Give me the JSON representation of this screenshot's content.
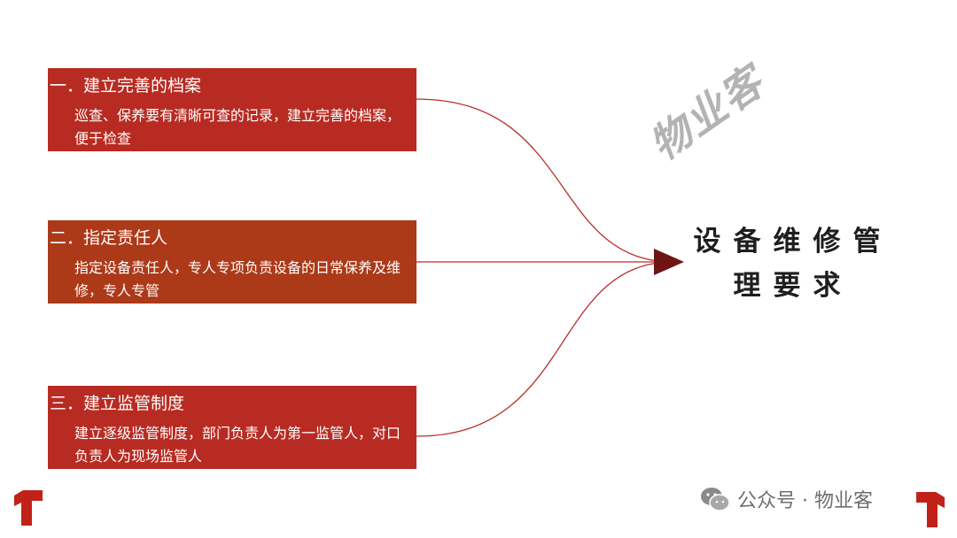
{
  "items": [
    {
      "title": "一．建立完善的档案",
      "desc": "巡查、保养要有清晰可查的记录，建立完善的档案，便于检查",
      "color": "#b82b22"
    },
    {
      "title": "二．指定责任人",
      "desc": "指定设备责任人，专人专项负责设备的日常保养及维修，专人专管",
      "color": "#ac3918"
    },
    {
      "title": "三．建立监管制度",
      "desc": "建立逐级监管制度，部门负责人为第一监管人，对口负责人为现场监管人",
      "color": "#b82b22"
    }
  ],
  "center": {
    "line1": "设备维修管",
    "line2": "理要求"
  },
  "watermark": "物业客",
  "footer": {
    "credit": "公众号 · 物业客"
  },
  "colors": {
    "connector": "#b5302a",
    "arrow": "#6e1414",
    "corner": "#c0221a"
  }
}
